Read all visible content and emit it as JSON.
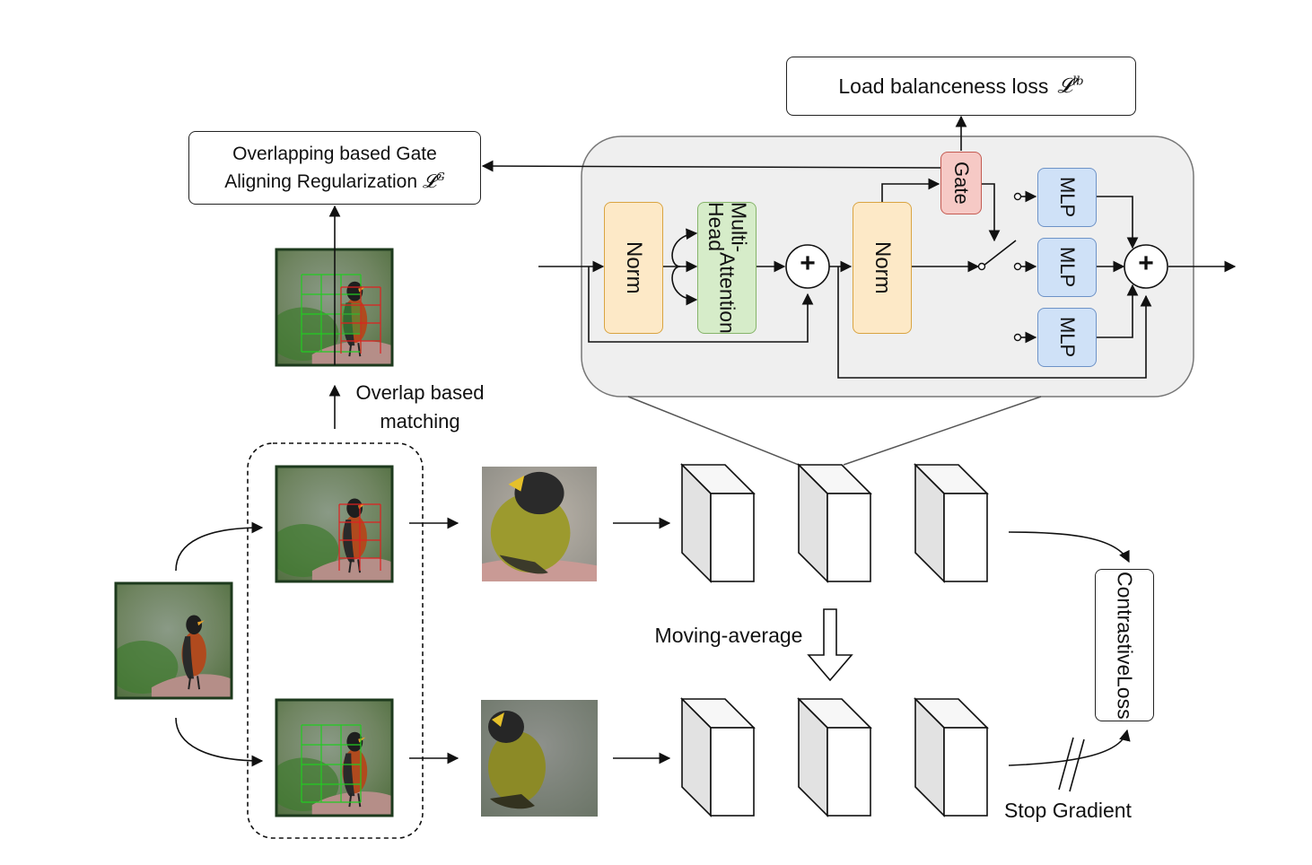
{
  "loss_boxes": {
    "load_balance": "Load balanceness loss",
    "load_balance_symbol": "𝓛",
    "load_balance_sup": "lb",
    "gate_align_line1": "Overlapping based Gate",
    "gate_align_line2": "Aligning Regularization",
    "gate_align_symbol": "𝓛",
    "gate_align_sup": "G",
    "contrastive_line1": "Contrastive",
    "contrastive_line2": "Loss"
  },
  "moe_block": {
    "norm1": "Norm",
    "mha_line1": "Multi-Head",
    "mha_line2": "Attention",
    "plus1": "+",
    "norm2": "Norm",
    "gate": "Gate",
    "mlp1": "MLP",
    "mlp2": "MLP",
    "mlp3": "MLP",
    "plus2": "+"
  },
  "labels": {
    "overlap_line1": "Overlap based",
    "overlap_line2": "matching",
    "moving_average": "Moving-average",
    "stop_gradient": "Stop Gradient"
  },
  "colors": {
    "norm_fill": "#fde9c7",
    "attention_fill": "#d6ecc9",
    "gate_fill": "#f6c9c5",
    "mlp_fill": "#cfe1f7",
    "panel_fill": "#efefef",
    "grid_red": "#e02020",
    "grid_green": "#22cc22"
  }
}
